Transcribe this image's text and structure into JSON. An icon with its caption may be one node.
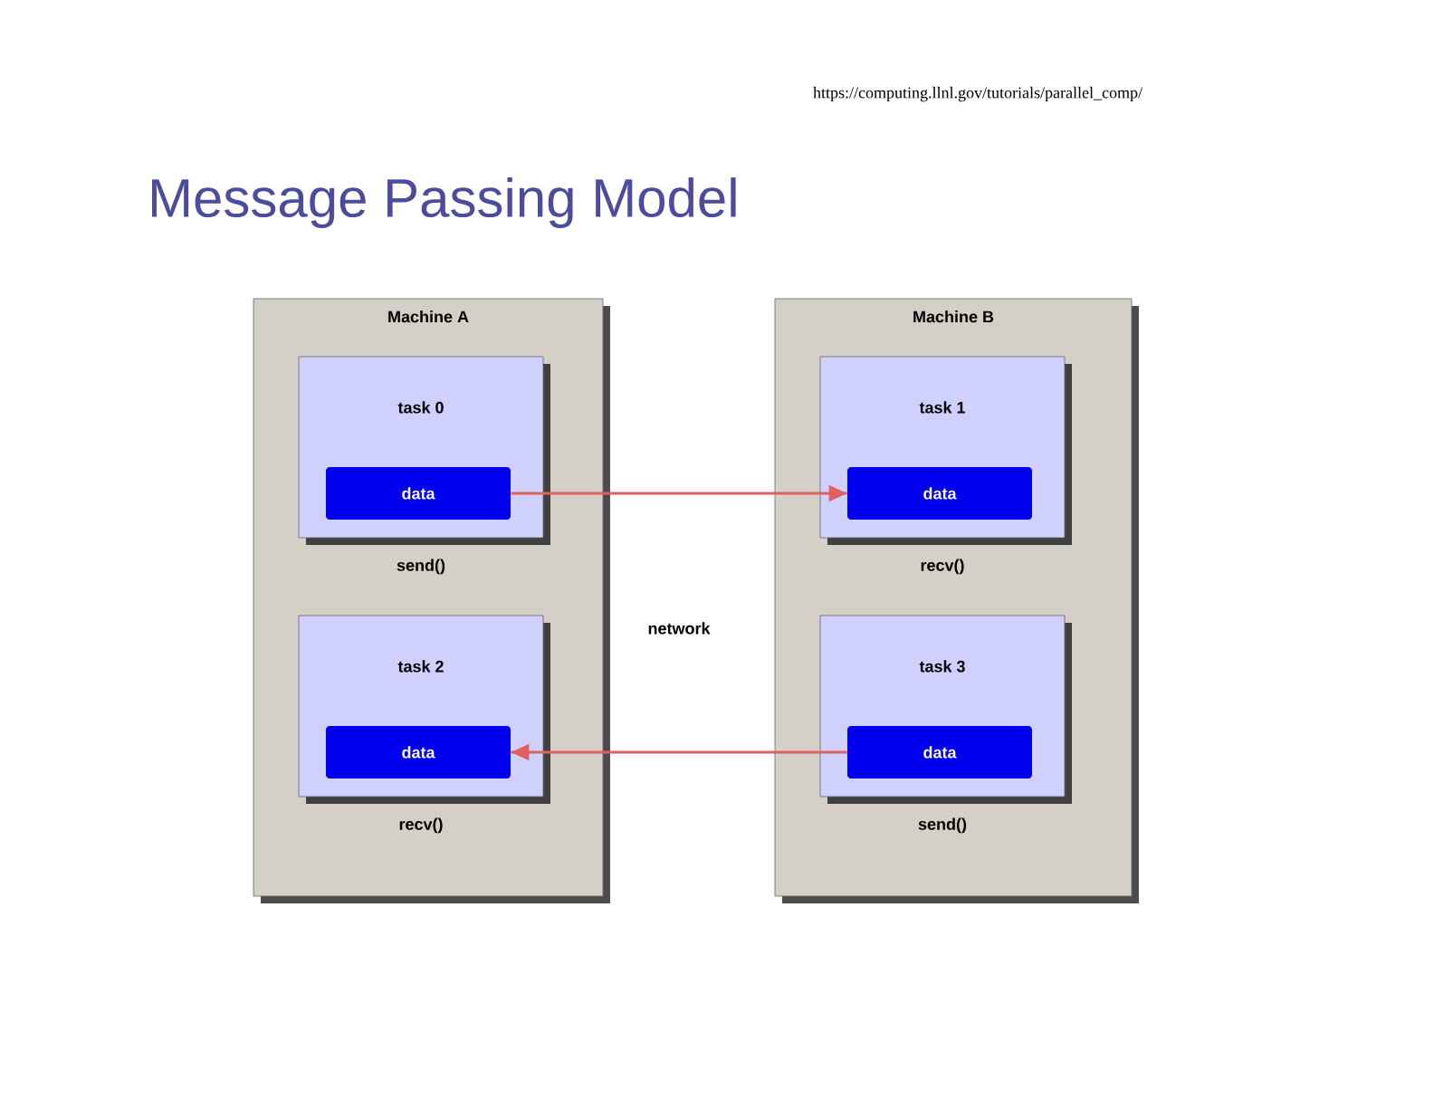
{
  "diagram": {
    "title": "Message Passing Model",
    "nodes": [
      {
        "text": [
          "Machine A"
        ]
      },
      {
        "text": [
          "task 0"
        ],
        "in": 0,
        "beside": [
          "send()"
        ]
      },
      {
        "text": [
          "data"
        ],
        "in": 1
      },
      {
        "text": [
          "task 2"
        ],
        "in": 0,
        "beside": [
          "recv()"
        ]
      },
      {
        "text": [
          "data"
        ],
        "in": 3
      },
      {
        "text": [
          "Machine B"
        ]
      },
      {
        "text": [
          "task 1"
        ],
        "in": 5,
        "beside": [
          "recv()"
        ]
      },
      {
        "text": [
          "data"
        ],
        "in": 6
      },
      {
        "text": [
          "task 3"
        ],
        "in": 5,
        "beside": [
          "send()"
        ]
      },
      {
        "text": [
          "data"
        ],
        "in": 8
      }
    ],
    "edges": [
      {
        "from": 2,
        "to": 7,
        "arrow": "to",
        "color": "#e06060"
      },
      {
        "from": 9,
        "to": 4,
        "arrow": "to",
        "color": "#e06060"
      }
    ],
    "labels": [
      "https://computing.llnl.gov/tutorials/parallel_comp/",
      "network"
    ]
  }
}
